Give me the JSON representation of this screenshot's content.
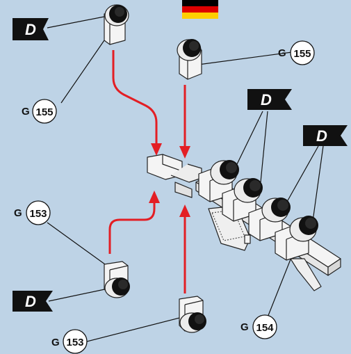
{
  "flag_colors": {
    "black": "#000000",
    "red": "#dd0000",
    "gold": "#ffce00"
  },
  "accent_colors": {
    "background": "#bed3e6",
    "arrow": "#e31e24",
    "part": "#f4f4f4",
    "black_knob": "#111111"
  },
  "badges": {
    "d_letter": "D"
  },
  "labels": {
    "top_left": {
      "prefix": "G",
      "number": "155"
    },
    "top_right": {
      "prefix": "G",
      "number": "155"
    },
    "mid_left": {
      "prefix": "G",
      "number": "153"
    },
    "bottom": {
      "prefix": "G",
      "number": "153"
    },
    "rail": {
      "prefix": "G",
      "number": "154"
    }
  }
}
